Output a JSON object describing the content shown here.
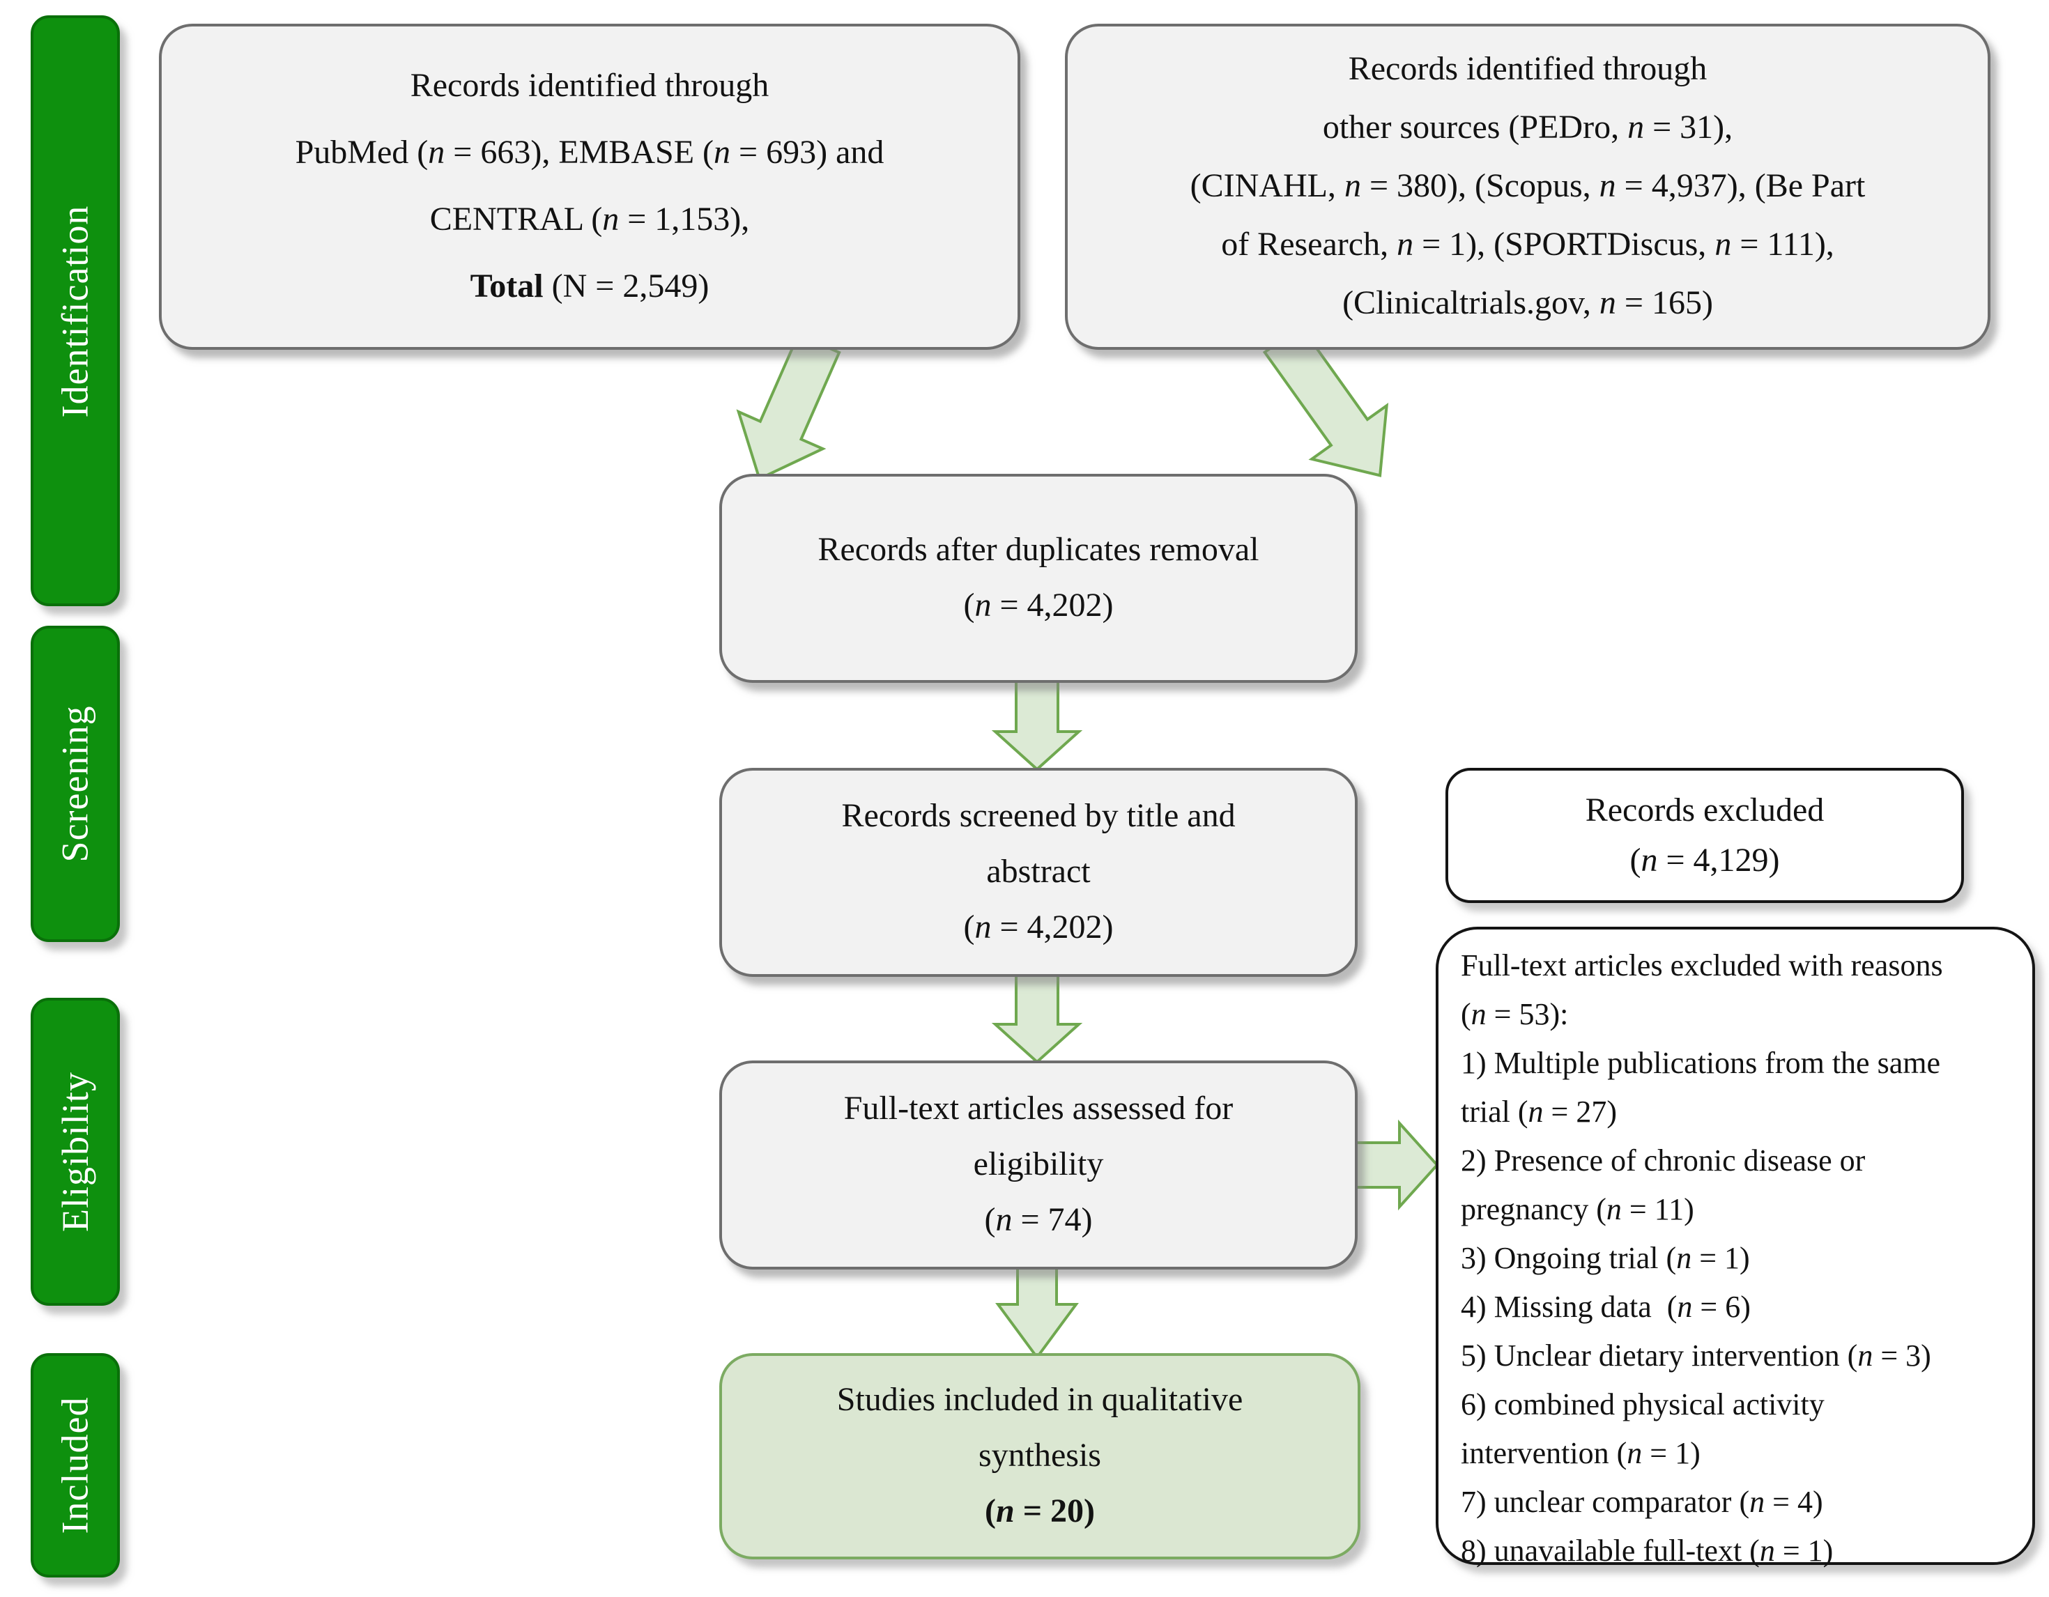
{
  "title": "PRISMA study selection flow diagram",
  "palette": {
    "sidebar_green": "#0E900E",
    "sidebar_green_border": "#0A700A",
    "grey_box_fill": "#F2F2F2",
    "grey_box_border": "#6E6E6E",
    "outline_box_fill": "#FFFFFF",
    "outline_box_border": "#141414",
    "included_box_fill": "#DBE7D2",
    "included_box_border": "#7CAB62",
    "arrow_fill": "#DCEAD5",
    "arrow_stroke": "#6FA84F",
    "text_color": "#121212",
    "sidebar_text_color": "#FFFFFF"
  },
  "sidebar": {
    "stages": [
      {
        "label": "Identification"
      },
      {
        "label": "Screening"
      },
      {
        "label": "Eligibility"
      },
      {
        "label": "Included"
      }
    ]
  },
  "flow": {
    "primary_sources": {
      "lines": [
        "Records identified through",
        "PubMed (*n* = 663), EMBASE (*n* = 693) and",
        "CENTRAL (*n* = 1,153),",
        "**Total** (N = 2,549)"
      ]
    },
    "other_sources": {
      "lines": [
        "Records identified through",
        "other sources (PEDro, *n* = 31),",
        "(CINAHL, *n* = 380), (Scopus, *n* = 4,937), (Be Part",
        "of Research, *n* = 1), (SPORTDiscus, *n* = 111),",
        "(Clinicaltrials.gov, *n* = 165)"
      ]
    },
    "duplicates_removed": {
      "lines": [
        "Records after duplicates removal",
        "(*n* = 4,202)"
      ]
    },
    "screened": {
      "lines": [
        "Records screened by title and",
        "abstract",
        "(*n* = 4,202)"
      ]
    },
    "records_excluded": {
      "lines": [
        "Records excluded",
        "(*n* = 4,129)"
      ]
    },
    "fulltext_assessed": {
      "lines": [
        "Full-text articles assessed for",
        "eligibility",
        "(*n* = 74)"
      ]
    },
    "fulltext_excluded_reasons": {
      "lines": [
        "Full-text articles excluded with reasons",
        "(*n* = 53):",
        "1) Multiple publications from the same",
        "trial (*n* = 27)",
        "2) Presence of chronic disease or",
        "pregnancy (*n* = 11)",
        "3) Ongoing trial (*n* = 1)",
        "4) Missing data  (*n* = 6)",
        "5) Unclear dietary intervention (*n* = 3)",
        "6) combined physical activity",
        "intervention (*n* = 1)",
        "7) unclear comparator (*n* = 4)",
        "8) unavailable full-text (*n* = 1)"
      ]
    },
    "included_qualitative": {
      "lines": [
        "Studies included in qualitative",
        "synthesis",
        "**(*n* = 20)**"
      ]
    }
  }
}
